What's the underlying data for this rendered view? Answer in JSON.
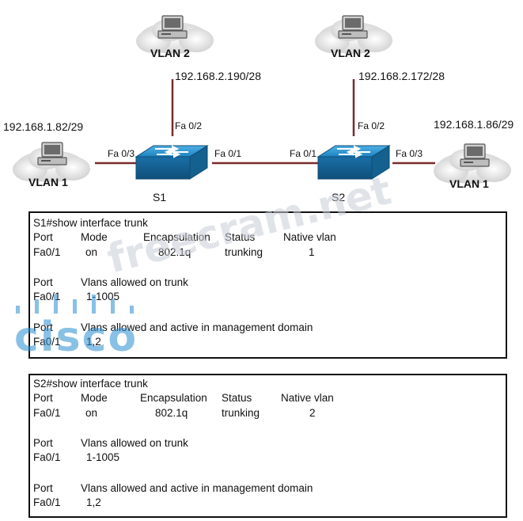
{
  "topology": {
    "pc_top_left": {
      "vlan": "VLAN 2",
      "ip": "192.168.2.190/28"
    },
    "pc_top_right": {
      "vlan": "VLAN 2",
      "ip": "192.168.2.172/28"
    },
    "pc_left": {
      "vlan": "VLAN 1",
      "ip": "192.168.1.82/29"
    },
    "pc_right": {
      "vlan": "VLAN 1",
      "ip": "192.168.1.86/29"
    },
    "s1": {
      "name": "S1",
      "port_up": "Fa 0/2",
      "port_left": "Fa 0/3",
      "port_right": "Fa 0/1"
    },
    "s2": {
      "name": "S2",
      "port_up": "Fa 0/2",
      "port_left": "Fa 0/1",
      "port_right": "Fa 0/3"
    }
  },
  "s1_output": {
    "command": "S1#show interface trunk",
    "headers": [
      "Port",
      "Mode",
      "Encapsulation",
      "Status",
      "Native vlan"
    ],
    "row": [
      "Fa0/1",
      "on",
      "802.1q",
      "trunking",
      "1"
    ],
    "allowed_header": [
      "Port",
      "Vlans allowed on trunk"
    ],
    "allowed_row": [
      "Fa0/1",
      "1-1005"
    ],
    "active_header": [
      "Port",
      "Vlans allowed and active in management domain"
    ],
    "active_row": [
      "Fa0/1",
      "1,2"
    ]
  },
  "s2_output": {
    "command": "S2#show interface trunk",
    "headers": [
      "Port",
      "Mode",
      "Encapsulation",
      "Status",
      "Native vlan"
    ],
    "row": [
      "Fa0/1",
      "on",
      "802.1q",
      "trunking",
      "2"
    ],
    "allowed_header": [
      "Port",
      "Vlans allowed on trunk"
    ],
    "allowed_row": [
      "Fa0/1",
      "1-1005"
    ],
    "active_header": [
      "Port",
      "Vlans allowed and active in management domain"
    ],
    "active_row": [
      "Fa0/1",
      "1,2"
    ]
  },
  "watermark": {
    "site": "freecram.net",
    "logo": "cisco"
  },
  "colors": {
    "link": "#7a2a2a",
    "switch": "#1e7fb8",
    "cloud": "#dcdcdc"
  }
}
